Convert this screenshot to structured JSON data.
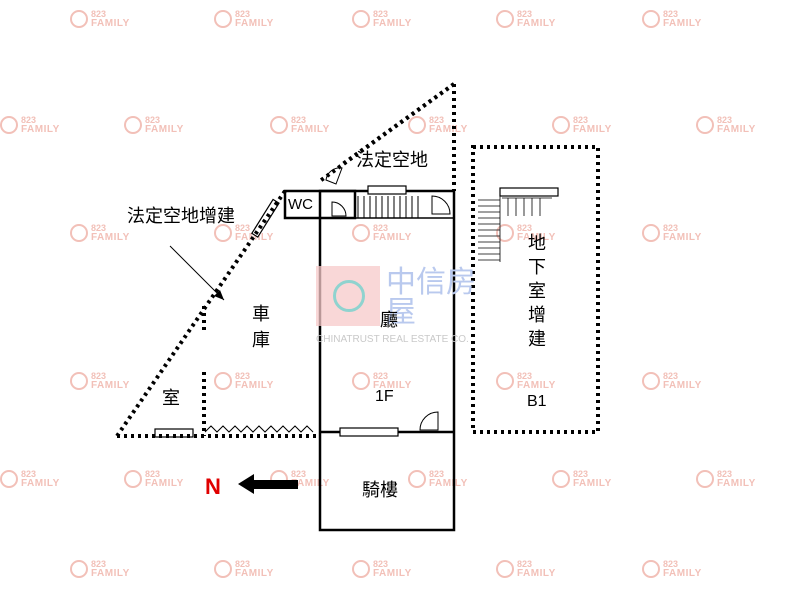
{
  "watermark": {
    "line1": "823",
    "line2": "FAMILY"
  },
  "brand": {
    "chinese": "中信房屋",
    "english": "CHINATRUST REAL ESTATE CO."
  },
  "labels": {
    "legal_open_space": "法定空地",
    "legal_open_space_addition": "法定空地增建",
    "wc": "WC",
    "garage": "車庫",
    "room": "室",
    "hall": "廳",
    "floor_1f": "1F",
    "arcade": "騎樓",
    "basement_addition": "地下室增建",
    "floor_b1": "B1",
    "north": "N"
  },
  "colors": {
    "watermark": "#f2c0b8",
    "north": "#e00000",
    "lines": "#000000"
  }
}
